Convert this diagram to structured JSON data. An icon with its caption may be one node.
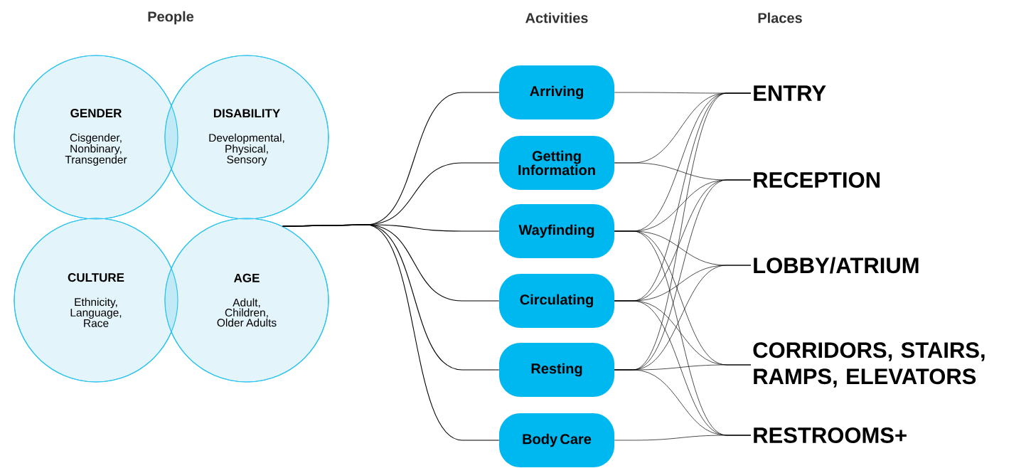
{
  "diagram": {
    "nodes": [
      {
        "text": [
          "GENDER",
          "Cisgender, Nonbinary, Transgender"
        ]
      },
      {
        "text": [
          "DISABILITY",
          "Developmental, Physical, Sensory"
        ]
      },
      {
        "text": [
          "CULTURE",
          "Ethnicity, Language, Race"
        ]
      },
      {
        "text": [
          "AGE",
          "Adult, Children, Older Adults"
        ]
      },
      {
        "text": [
          "Arriving"
        ]
      },
      {
        "text": [
          "Getting Information"
        ]
      },
      {
        "text": [
          "Wayfinding"
        ]
      },
      {
        "text": [
          "Circulating"
        ]
      },
      {
        "text": [
          "Resting"
        ]
      },
      {
        "text": [
          "Body Care"
        ]
      },
      {
        "text": [
          "ENTRY"
        ]
      },
      {
        "text": [
          "RECEPTION"
        ]
      },
      {
        "text": [
          "LOBBY/ATRIUM"
        ]
      },
      {
        "text": [
          "CORRIDORS, STAIRS, RAMPS, ELEVATORS"
        ]
      },
      {
        "text": [
          "RESTROOMS+"
        ]
      }
    ],
    "edges": [
      {
        "from": 3,
        "to": 4,
        "arrow": "none"
      },
      {
        "from": 3,
        "to": 5,
        "arrow": "none"
      },
      {
        "from": 3,
        "to": 6,
        "arrow": "none"
      },
      {
        "from": 3,
        "to": 7,
        "arrow": "none"
      },
      {
        "from": 3,
        "to": 8,
        "arrow": "none"
      },
      {
        "from": 3,
        "to": 9,
        "arrow": "none"
      },
      {
        "from": 4,
        "to": 10,
        "arrow": "none"
      },
      {
        "from": 5,
        "to": 10,
        "arrow": "none"
      },
      {
        "from": 5,
        "to": 11,
        "arrow": "none"
      },
      {
        "from": 6,
        "to": 10,
        "arrow": "none"
      },
      {
        "from": 6,
        "to": 11,
        "arrow": "none"
      },
      {
        "from": 6,
        "to": 12,
        "arrow": "none"
      },
      {
        "from": 6,
        "to": 13,
        "arrow": "none"
      },
      {
        "from": 6,
        "to": 14,
        "arrow": "none"
      },
      {
        "from": 7,
        "to": 10,
        "arrow": "none"
      },
      {
        "from": 7,
        "to": 11,
        "arrow": "none"
      },
      {
        "from": 7,
        "to": 12,
        "arrow": "none"
      },
      {
        "from": 7,
        "to": 13,
        "arrow": "none"
      },
      {
        "from": 7,
        "to": 14,
        "arrow": "none"
      },
      {
        "from": 8,
        "to": 10,
        "arrow": "none"
      },
      {
        "from": 8,
        "to": 11,
        "arrow": "none"
      },
      {
        "from": 8,
        "to": 12,
        "arrow": "none"
      },
      {
        "from": 8,
        "to": 13,
        "arrow": "none"
      },
      {
        "from": 8,
        "to": 14,
        "arrow": "none"
      },
      {
        "from": 9,
        "to": 14,
        "arrow": "none"
      }
    ],
    "labels": [
      "People",
      "Activities",
      "Places"
    ]
  }
}
